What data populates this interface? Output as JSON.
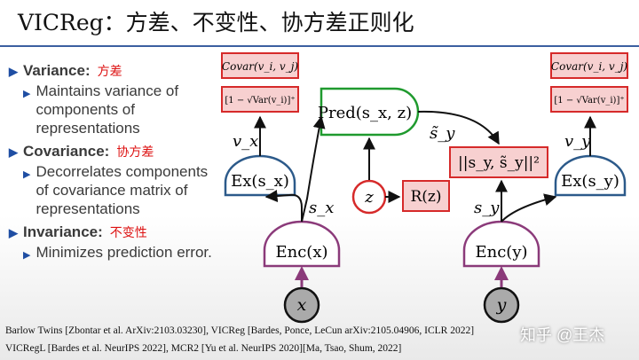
{
  "title": "VICReg：方差、不变性、协方差正则化",
  "bullets": [
    {
      "label": "Variance:",
      "zh": "方差",
      "desc": "Maintains variance of components of representations"
    },
    {
      "label": "Covariance:",
      "zh": "协方差",
      "desc": "Decorrelates components of covariance matrix of representations"
    },
    {
      "label": "Invariance:",
      "zh": "不变性",
      "desc": "Minimizes prediction error."
    }
  ],
  "diagram": {
    "covar_left": "Covar(v_i, v_j)",
    "covar_right": "Covar(v_i, v_j)",
    "var_left": "[1 − √Var(v_i)]⁺",
    "var_right": "[1 − √Var(v_i)]⁺",
    "vx": "v_x",
    "vy": "v_y",
    "ex_x": "Ex(s_x)",
    "ex_y": "Ex(s_y)",
    "pred": "Pred(s_x, z)",
    "sy_tilde": "s̃_y",
    "dist": "||s_y, s̃_y||²",
    "z": "z",
    "rz": "R(z)",
    "sx": "s_x",
    "sy": "s_y",
    "enc_x": "Enc(x)",
    "enc_y": "Enc(y)",
    "x": "x",
    "y": "y"
  },
  "refs": [
    "Barlow Twins [Zbontar et al. ArXiv:2103.03230], VICReg [Bardes, Ponce, LeCun arXiv:2105.04906, ICLR 2022]",
    "VICRegL [Bardes et al. NeurIPS 2022], MCR2 [Yu et al. NeurIPS 2020][Ma, Tsao, Shum, 2022]"
  ],
  "watermark": "知乎 @王杰",
  "colors": {
    "red_box": "#d62a2a",
    "red_fill": "#f7d0d0",
    "blue": "#2c5a8a",
    "green": "#1f9a2e",
    "purple": "#8b3a7a",
    "bullet_blue": "#1f4ea3"
  }
}
